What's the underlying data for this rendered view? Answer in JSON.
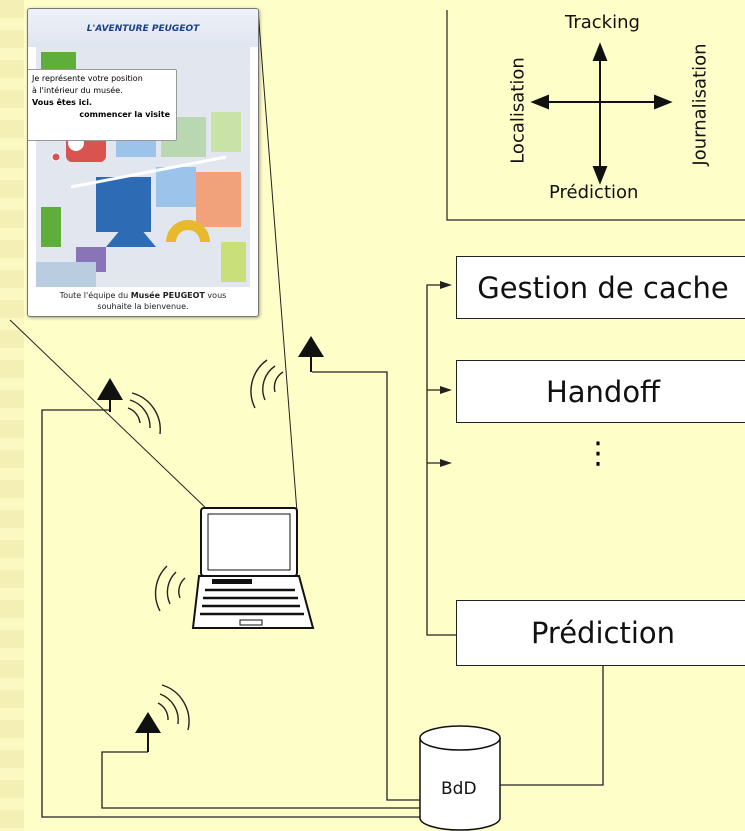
{
  "compass": {
    "top": "Tracking",
    "left": "Localisation",
    "right": "Journalisation",
    "bottom": "Prédiction"
  },
  "modules": {
    "cache": "Gestion de cache",
    "handoff": "Handoff",
    "ellipsis": "⋮",
    "prediction": "Prédiction"
  },
  "database": {
    "label": "BdD"
  },
  "screenshot": {
    "title": "L'AVENTURE PEUGEOT",
    "tooltip_line1": "Je représente votre position",
    "tooltip_line2": "à l'intérieur du musée.",
    "tooltip_line3": "Vous êtes ici.",
    "tooltip_line4": "commencer la visite",
    "footer_line1_a": "Toute l'équipe du ",
    "footer_line1_b": "Musée PEUGEOT",
    "footer_line1_c": " vous",
    "footer_line2": "souhaite la bienvenue."
  },
  "colors": {
    "background": "#fefec9",
    "map_red": "#d9534f",
    "map_blue": "#2d6cb5",
    "map_green": "#5fae3c",
    "map_orange": "#f2a27a",
    "map_yellow": "#e8b92c",
    "map_purple": "#8a74b8"
  },
  "icons": [
    "antenna-icon",
    "wifi-waves-icon",
    "laptop-icon",
    "database-icon"
  ]
}
